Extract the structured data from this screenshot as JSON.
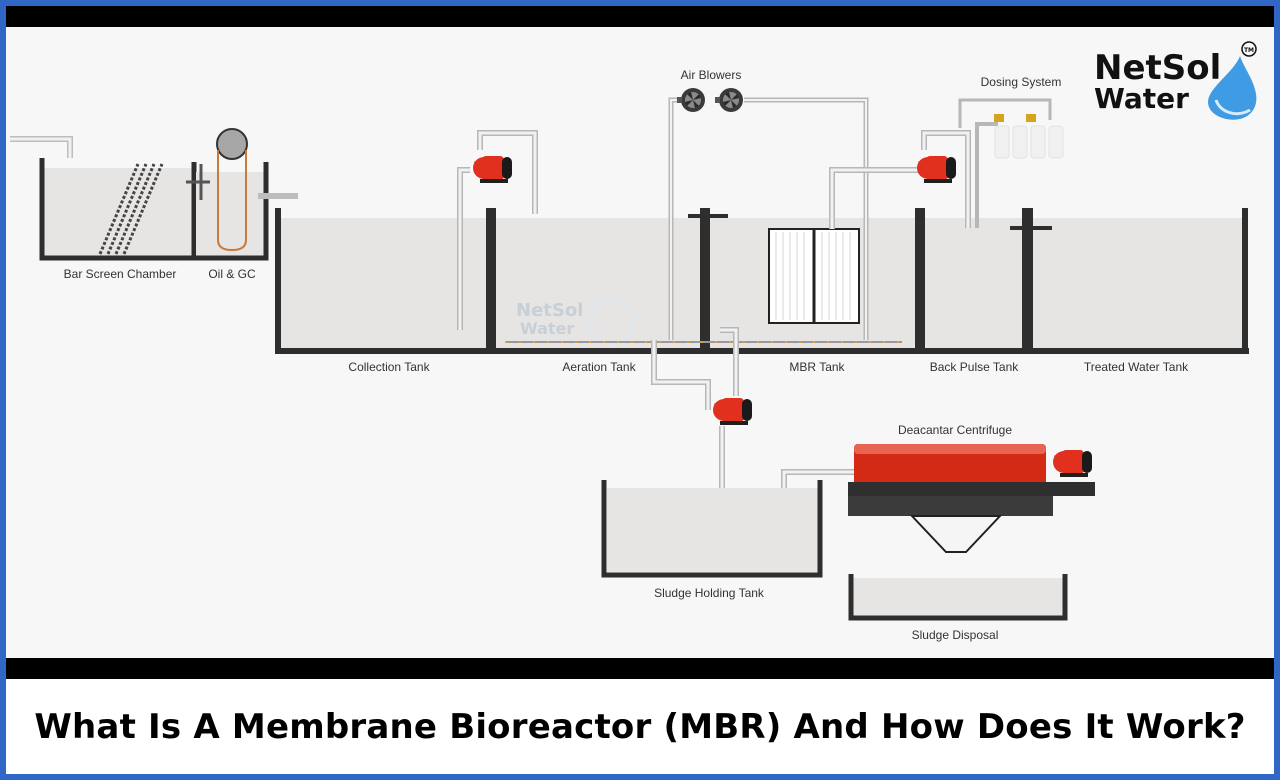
{
  "logo": {
    "line1": "NetSol",
    "line2": "Water",
    "tm": "TM"
  },
  "watermark": {
    "line1": "NetSol",
    "line2": "Water"
  },
  "labels": {
    "bar_screen": "Bar Screen Chamber",
    "oil_gc": "Oil & GC",
    "collection": "Collection Tank",
    "aeration": "Aeration Tank",
    "mbr": "MBR Tank",
    "back_pulse": "Back Pulse Tank",
    "treated": "Treated Water Tank",
    "air_blowers": "Air Blowers",
    "dosing": "Dosing System",
    "centrifuge": "Deacantar Centrifuge",
    "sludge_holding": "Sludge Holding Tank",
    "sludge_disposal": "Sludge Disposal"
  },
  "caption": "What Is A Membrane Bioreactor (MBR) And How Does It Work?",
  "colors": {
    "frame": "#2f66c7",
    "pump": "#e2301f",
    "centrifuge": "#d22a14",
    "wall": "#2e2e2e",
    "water": "#e7e5e3"
  }
}
